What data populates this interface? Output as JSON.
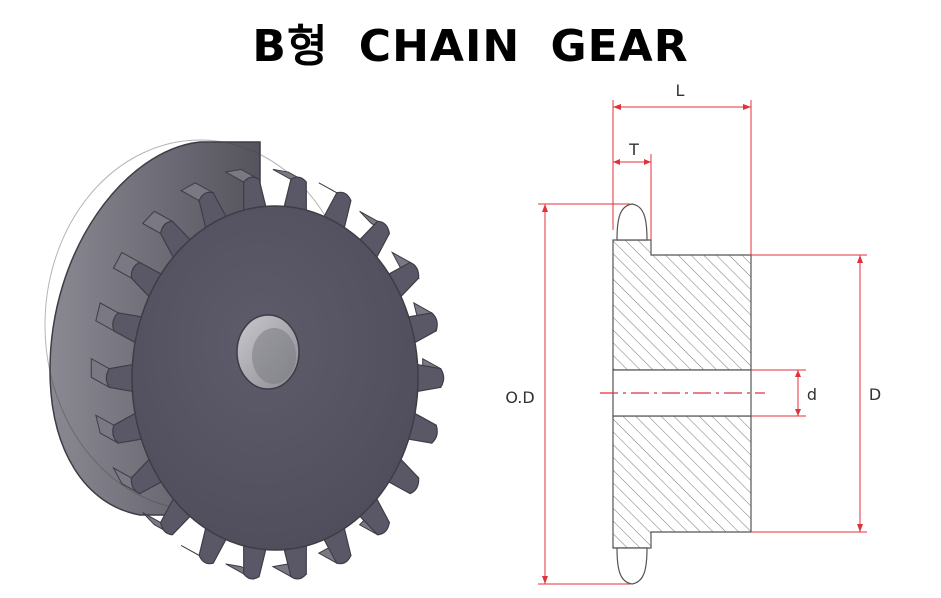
{
  "title": {
    "prefix": "B형",
    "main": "CHAIN GEAR"
  },
  "drawing": {
    "labels": {
      "length": "L",
      "thickness": "T",
      "outer_diameter": "O.D",
      "bore": "d",
      "hub_diameter": "D"
    }
  },
  "colors": {
    "dimension_line": "#e0323c",
    "outline": "#555555",
    "hatch": "#777777",
    "gear_face": "#5a5866",
    "gear_side": "#6e6d76",
    "gear_edge": "#3e3d46"
  }
}
